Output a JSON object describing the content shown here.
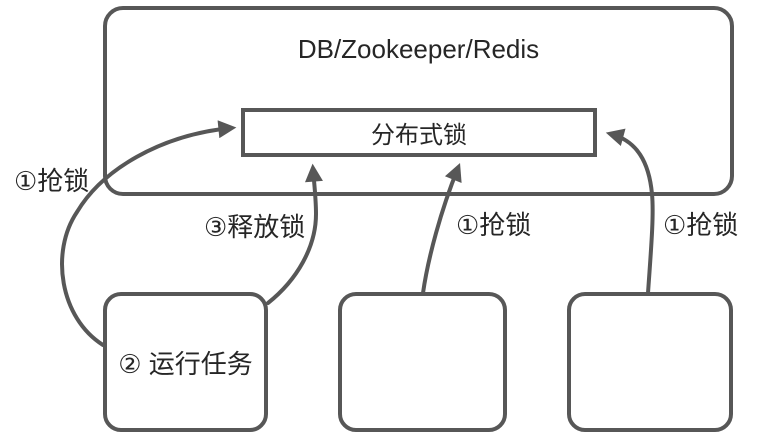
{
  "diagram": {
    "store": {
      "title": "DB/Zookeeper/Redis"
    },
    "lock": {
      "label": "分布式锁"
    },
    "workers": [
      {
        "label": "② 运行任务"
      },
      {
        "label": ""
      },
      {
        "label": ""
      }
    ],
    "arrows": [
      {
        "id": "grab-lock-left",
        "label": "①抢锁"
      },
      {
        "id": "release-lock",
        "label": "③释放锁"
      },
      {
        "id": "grab-lock-middle",
        "label": "①抢锁"
      },
      {
        "id": "grab-lock-right",
        "label": "①抢锁"
      }
    ],
    "colors": {
      "stroke": "#575757",
      "text": "#262626",
      "background": "#ffffff"
    }
  }
}
